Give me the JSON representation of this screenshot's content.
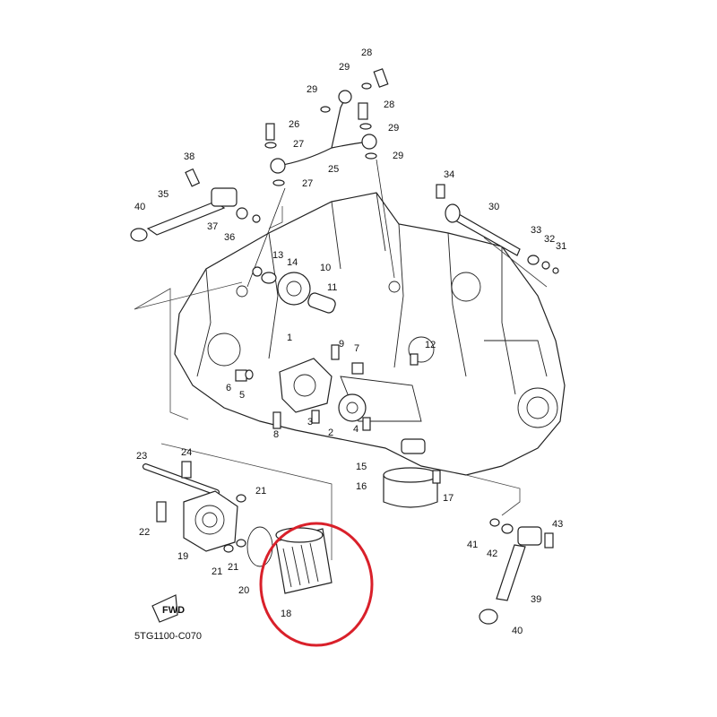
{
  "diagram": {
    "code": "5TG1100-C070",
    "fwd_label": "FWD",
    "highlight_color": "#d9202a",
    "callouts": [
      {
        "id": "c28a",
        "text": "28"
      },
      {
        "id": "c29a",
        "text": "29"
      },
      {
        "id": "c29b",
        "text": "29"
      },
      {
        "id": "c28b",
        "text": "28"
      },
      {
        "id": "c26",
        "text": "26"
      },
      {
        "id": "c29c",
        "text": "29"
      },
      {
        "id": "c27a",
        "text": "27"
      },
      {
        "id": "c25",
        "text": "25"
      },
      {
        "id": "c29d",
        "text": "29"
      },
      {
        "id": "c27b",
        "text": "27"
      },
      {
        "id": "c38",
        "text": "38"
      },
      {
        "id": "c35",
        "text": "35"
      },
      {
        "id": "c40a",
        "text": "40"
      },
      {
        "id": "c37",
        "text": "37"
      },
      {
        "id": "c36",
        "text": "36"
      },
      {
        "id": "c34",
        "text": "34"
      },
      {
        "id": "c30",
        "text": "30"
      },
      {
        "id": "c33",
        "text": "33"
      },
      {
        "id": "c32",
        "text": "32"
      },
      {
        "id": "c31",
        "text": "31"
      },
      {
        "id": "c13",
        "text": "13"
      },
      {
        "id": "c14",
        "text": "14"
      },
      {
        "id": "c10",
        "text": "10"
      },
      {
        "id": "c11",
        "text": "11"
      },
      {
        "id": "c1",
        "text": "1"
      },
      {
        "id": "c9",
        "text": "9"
      },
      {
        "id": "c7",
        "text": "7"
      },
      {
        "id": "c12",
        "text": "12"
      },
      {
        "id": "c6",
        "text": "6"
      },
      {
        "id": "c5",
        "text": "5"
      },
      {
        "id": "c3",
        "text": "3"
      },
      {
        "id": "c4",
        "text": "4"
      },
      {
        "id": "c8",
        "text": "8"
      },
      {
        "id": "c2",
        "text": "2"
      },
      {
        "id": "c15",
        "text": "15"
      },
      {
        "id": "c16",
        "text": "16"
      },
      {
        "id": "c17",
        "text": "17"
      },
      {
        "id": "c23",
        "text": "23"
      },
      {
        "id": "c24",
        "text": "24"
      },
      {
        "id": "c21a",
        "text": "21"
      },
      {
        "id": "c22",
        "text": "22"
      },
      {
        "id": "c19",
        "text": "19"
      },
      {
        "id": "c21b",
        "text": "21"
      },
      {
        "id": "c21c",
        "text": "21"
      },
      {
        "id": "c20",
        "text": "20"
      },
      {
        "id": "c18",
        "text": "18"
      },
      {
        "id": "c43",
        "text": "43"
      },
      {
        "id": "c41",
        "text": "41"
      },
      {
        "id": "c42",
        "text": "42"
      },
      {
        "id": "c39",
        "text": "39"
      },
      {
        "id": "c40b",
        "text": "40"
      }
    ]
  }
}
